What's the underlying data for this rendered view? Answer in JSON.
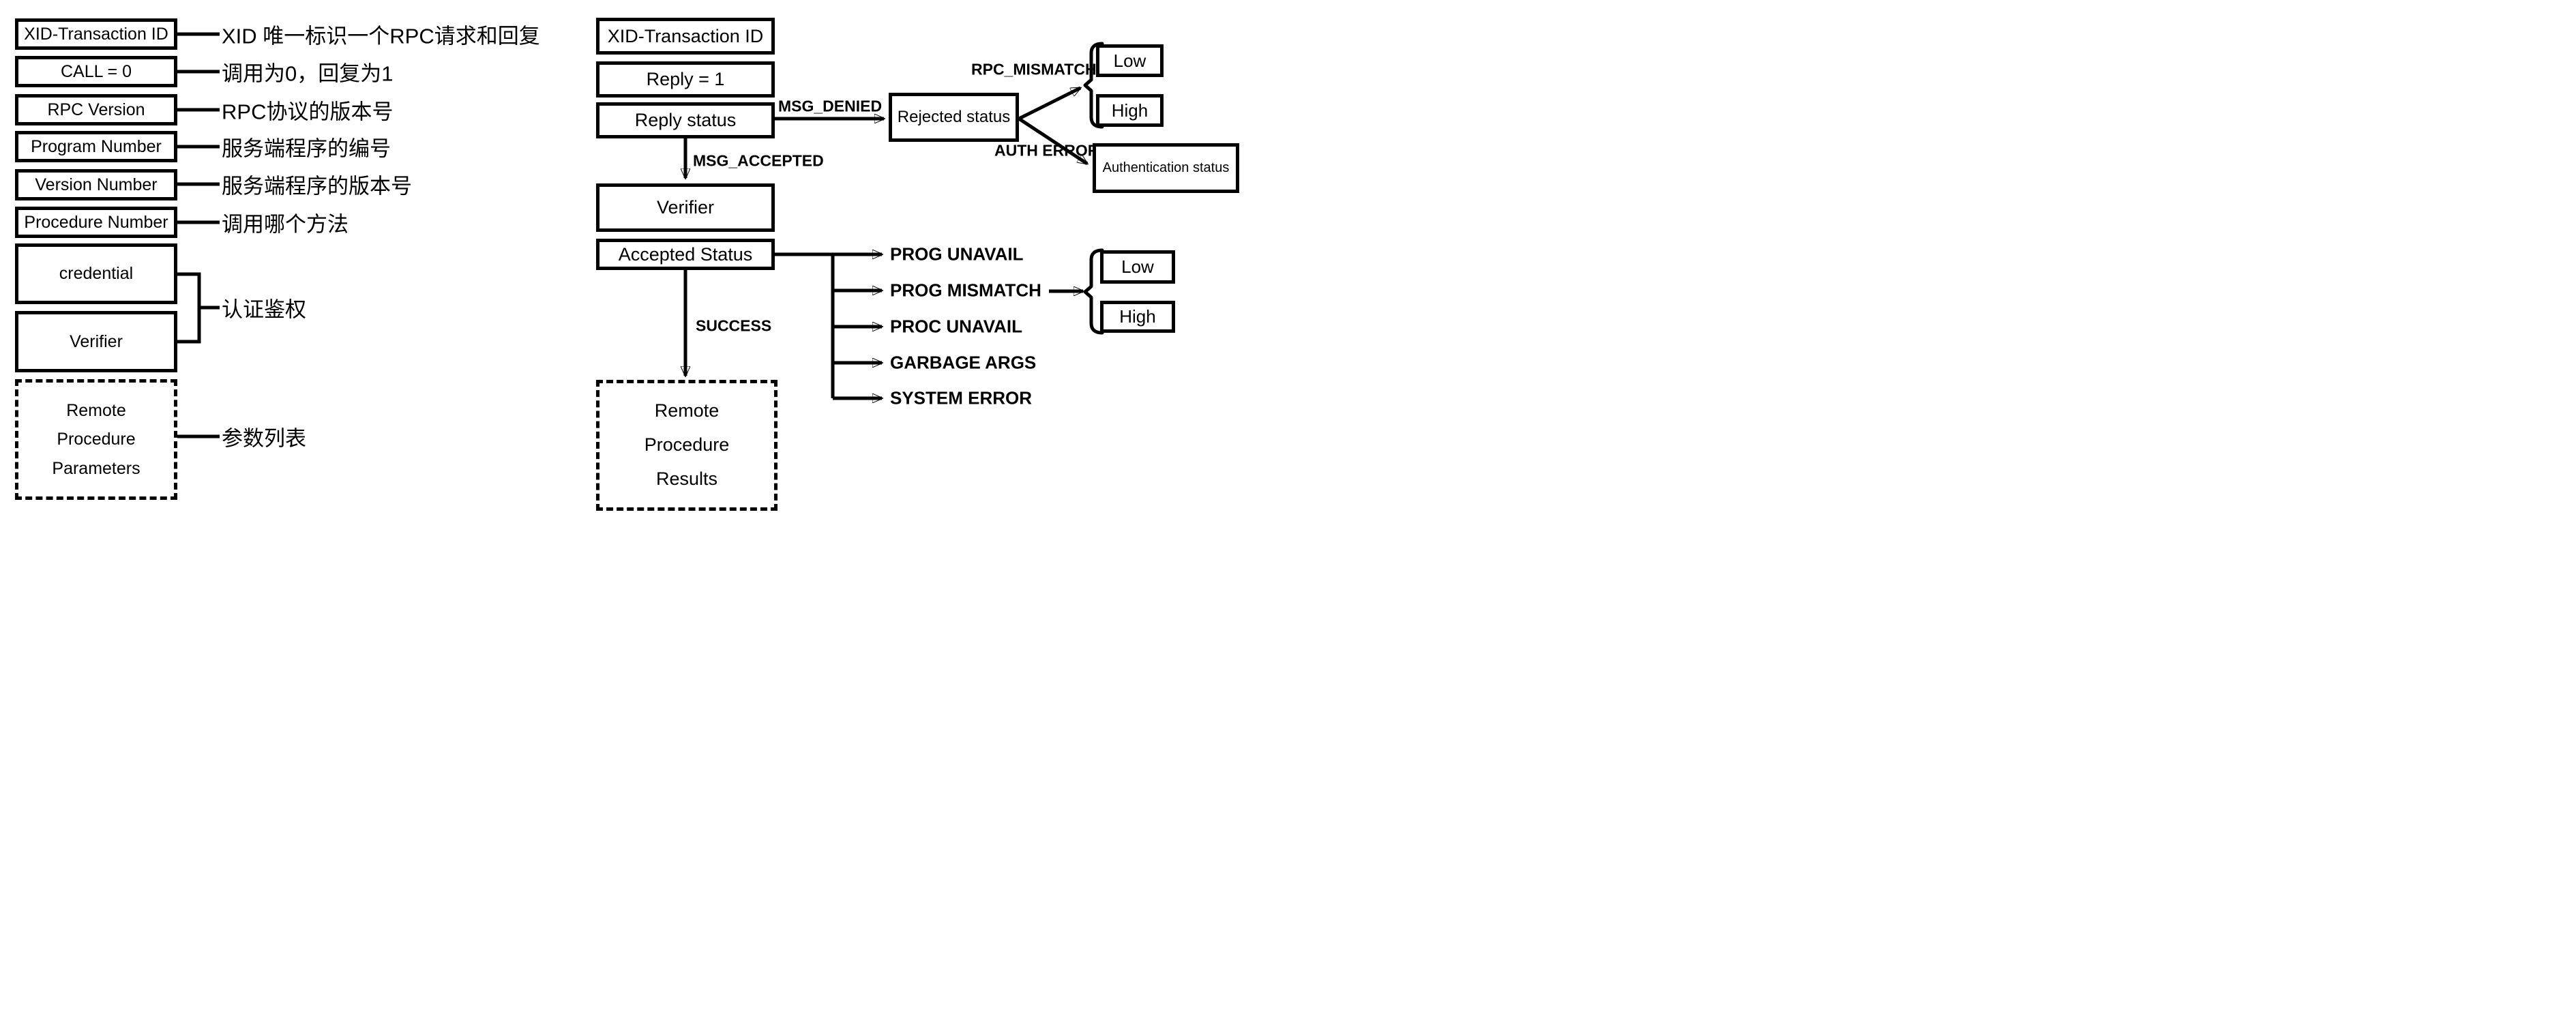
{
  "palette": {
    "ink": "#000000",
    "background": "#ffffff"
  },
  "call_message": {
    "fields": [
      {
        "label": "XID-Transaction ID",
        "note": "XID 唯一标识一个RPC请求和回复"
      },
      {
        "label": "CALL = 0",
        "note": "调用为0，回复为1"
      },
      {
        "label": "RPC Version",
        "note": "RPC协议的版本号"
      },
      {
        "label": "Program Number",
        "note": "服务端程序的编号"
      },
      {
        "label": "Version Number",
        "note": "服务端程序的版本号"
      },
      {
        "label": "Procedure Number",
        "note": "调用哪个方法"
      }
    ],
    "auth_group": {
      "boxes": [
        "credential",
        "Verifier"
      ],
      "note": "认证鉴权"
    },
    "params_box": {
      "lines": [
        "Remote",
        "Procedure",
        "Parameters"
      ],
      "note": "参数列表",
      "style": "dashed"
    }
  },
  "reply_message": {
    "fields": [
      "XID-Transaction ID",
      "Reply = 1",
      "Reply status"
    ],
    "verifier_label": "Verifier",
    "accepted_status_label": "Accepted Status",
    "results_box": {
      "lines": [
        "Remote",
        "Procedure",
        "Results"
      ],
      "style": "dashed"
    },
    "rejected_status_label": "Rejected status",
    "authentication_status_label": "Authentication status",
    "edges": {
      "msg_denied": "MSG_DENIED",
      "msg_accepted": "MSG_ACCEPTED",
      "success": "SUCCESS",
      "rpc_mismatch": "RPC_MISMATCH",
      "auth_error": "AUTH ERROR"
    },
    "accepted_values": [
      "PROG UNAVAIL",
      "PROG MISMATCH",
      "PROC UNAVAIL",
      "GARBAGE ARGS",
      "SYSTEM ERROR"
    ],
    "mismatch_range_upper": {
      "low": "Low",
      "high": "High"
    },
    "mismatch_range_lower": {
      "low": "Low",
      "high": "High"
    }
  }
}
